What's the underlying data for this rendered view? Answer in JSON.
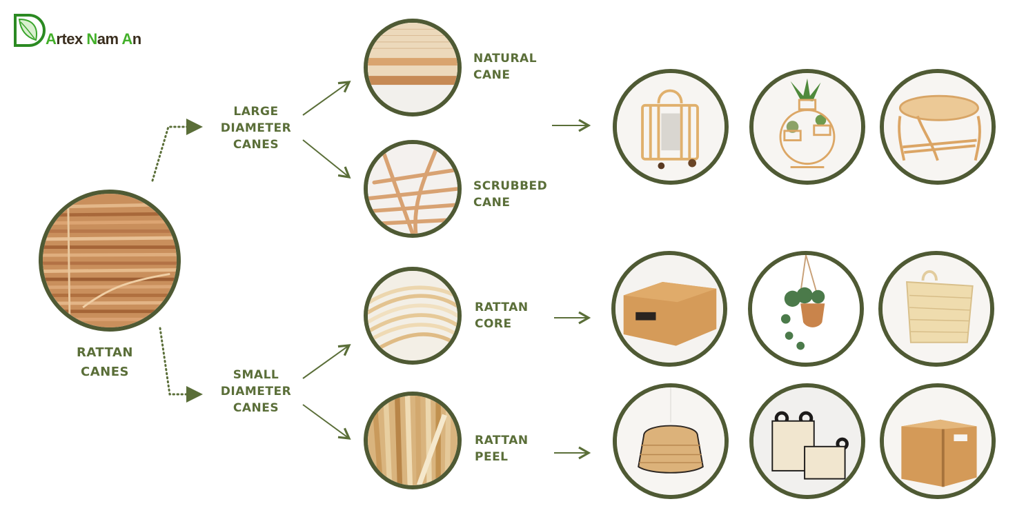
{
  "brand": {
    "logo_icon": "leaf-d-icon",
    "name_parts": [
      {
        "text": "A",
        "highlight": true
      },
      {
        "text": "rtex ",
        "highlight": false
      },
      {
        "text": "N",
        "highlight": true
      },
      {
        "text": "am ",
        "highlight": false
      },
      {
        "text": "A",
        "highlight": true
      },
      {
        "text": "n",
        "highlight": false
      }
    ],
    "colors": {
      "green": "#2e9e2a",
      "dark": "#3a2e1e"
    }
  },
  "theme": {
    "ring_color": "#4f5a34",
    "label_color": "#5a6e38",
    "arrow_color": "#5a6e38"
  },
  "root": {
    "label_lines": [
      "RATTAN",
      "CANES"
    ],
    "image": "bundle-of-raw-rattan-canes"
  },
  "branches": [
    {
      "label_lines": [
        "LARGE",
        "DIAMETER",
        "CANES"
      ],
      "connector": "dotted-arrow",
      "materials": [
        {
          "label_lines": [
            "NATURAL",
            "CANE"
          ],
          "image": "natural-cane-woven-edge"
        },
        {
          "label_lines": [
            "SCRUBBED",
            "CANE"
          ],
          "image": "scrubbed-cane-frame"
        }
      ],
      "products_label": "large-diameter-products",
      "products": [
        {
          "name": "rattan magazine rack",
          "image": "magazine-rack"
        },
        {
          "name": "rattan plant stand",
          "image": "plant-stand"
        },
        {
          "name": "rattan coffee table",
          "image": "coffee-table"
        }
      ]
    },
    {
      "label_lines": [
        "SMALL",
        "DIAMETER",
        "CANES"
      ],
      "connector": "dotted-arrow",
      "materials": [
        {
          "label_lines": [
            "RATTAN",
            "CORE"
          ],
          "image": "rattan-core-coil",
          "products": [
            {
              "name": "woven storage box with lid",
              "image": "storage-box"
            },
            {
              "name": "hanging planter basket",
              "image": "hanging-planter"
            },
            {
              "name": "wall basket",
              "image": "wall-basket"
            }
          ]
        },
        {
          "label_lines": [
            "RATTAN",
            "PEEL"
          ],
          "image": "rattan-peel-strips",
          "products": [
            {
              "name": "rattan pendant lamp shade",
              "image": "pendant-lamp"
            },
            {
              "name": "cane baskets with handles",
              "image": "cane-baskets"
            },
            {
              "name": "woven storage cube",
              "image": "storage-cube"
            }
          ]
        }
      ]
    }
  ]
}
